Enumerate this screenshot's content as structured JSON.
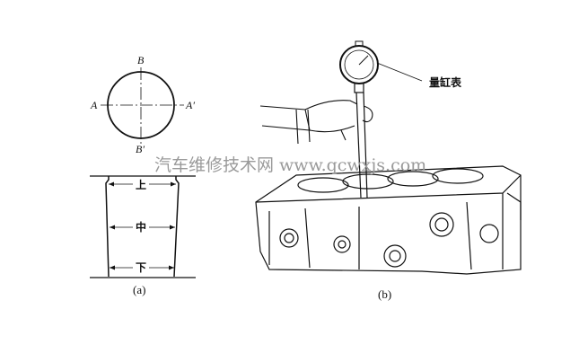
{
  "figure_a": {
    "labels": {
      "A": "A",
      "A_prime": "A′",
      "B": "B",
      "B_prime": "B′"
    },
    "positions": {
      "top": "上",
      "middle": "中",
      "bottom": "下"
    },
    "caption": "(a)"
  },
  "figure_b": {
    "gauge_label": "量缸表",
    "caption": "(b)"
  },
  "watermark": "汽车维修技术网 www.qcwxjs.com"
}
